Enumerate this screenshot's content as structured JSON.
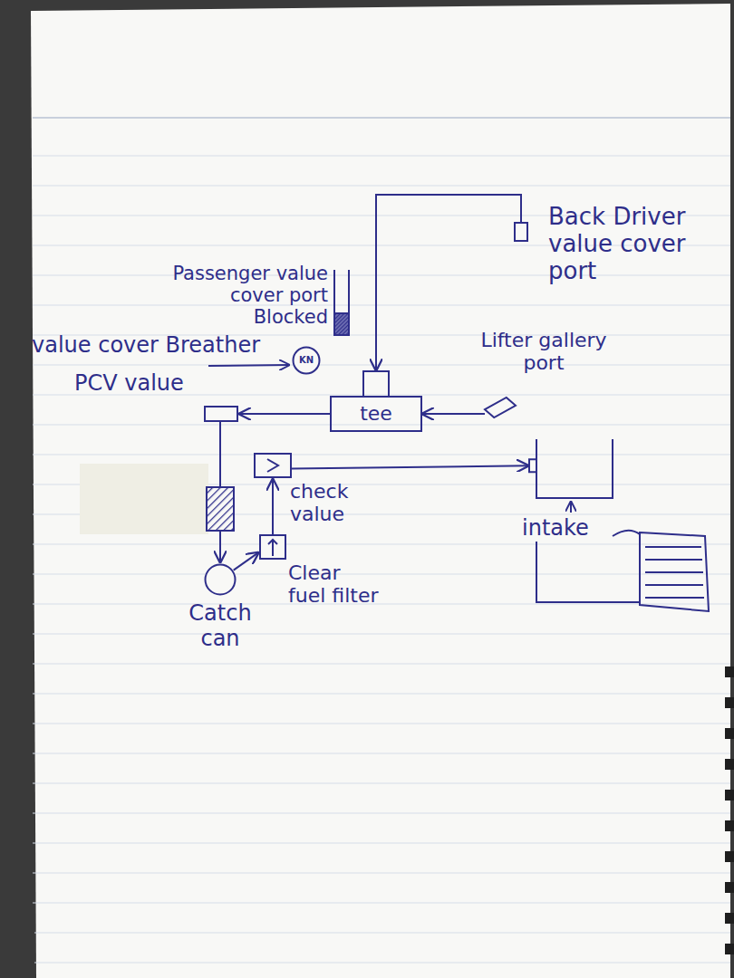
{
  "diagram": {
    "nodes": [
      {
        "text": [
          "Back Driver value cover port"
        ]
      },
      {
        "text": [
          "Passenger value cover port Blocked"
        ]
      },
      {
        "text": [
          "KN"
        ]
      },
      {
        "text": [
          "PCV value"
        ]
      },
      {
        "text": [
          "tee"
        ]
      },
      {
        "text": [
          "Lifter gallery port"
        ]
      },
      {
        "text": [
          "check value"
        ]
      },
      {
        "text": [
          "intake"
        ]
      },
      {
        "text": [
          "Clear fuel filter"
        ]
      },
      {
        "text": [
          "Catch can"
        ]
      }
    ],
    "edges": [
      {
        "from": 0,
        "to": 4,
        "arrow": "to"
      },
      {
        "from": 5,
        "to": 4,
        "arrow": "to"
      },
      {
        "from": 4,
        "to": 3,
        "arrow": "to"
      },
      {
        "from": 3,
        "to": 9,
        "arrow": "to"
      },
      {
        "from": 9,
        "to": 8,
        "arrow": "to"
      },
      {
        "from": 8,
        "to": 6,
        "arrow": "to"
      },
      {
        "from": 6,
        "to": 7,
        "arrow": "to"
      }
    ],
    "labels": [
      "value cover Breather"
    ]
  }
}
